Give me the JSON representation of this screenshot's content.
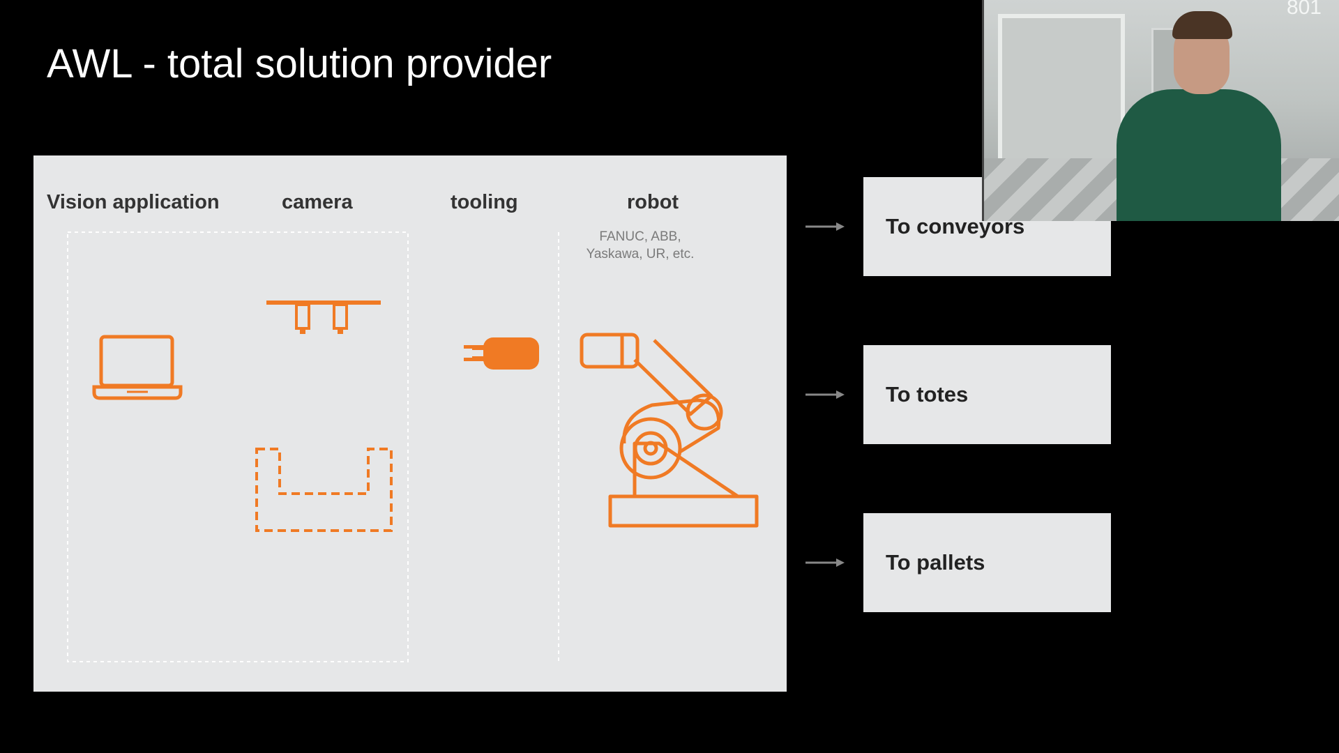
{
  "slide": {
    "title": "AWL - total solution provider"
  },
  "panel": {
    "columns": [
      {
        "label": "Vision application"
      },
      {
        "label": "camera"
      },
      {
        "label": "tooling"
      },
      {
        "label": "robot"
      }
    ],
    "robot_brands_line1": "FANUC, ABB,",
    "robot_brands_line2": "Yaskawa, UR, etc."
  },
  "outputs": [
    {
      "label": "To conveyors"
    },
    {
      "label": "To totes"
    },
    {
      "label": "To pallets"
    }
  ],
  "webcam": {
    "room_number": "801"
  },
  "colors": {
    "accent": "#f07a24",
    "panel_bg": "#e6e7e8",
    "background": "#000000",
    "arrow": "#888888"
  },
  "icons": [
    "laptop-icon",
    "camera-icon",
    "bin-icon",
    "gripper-icon",
    "robot-arm-icon"
  ]
}
